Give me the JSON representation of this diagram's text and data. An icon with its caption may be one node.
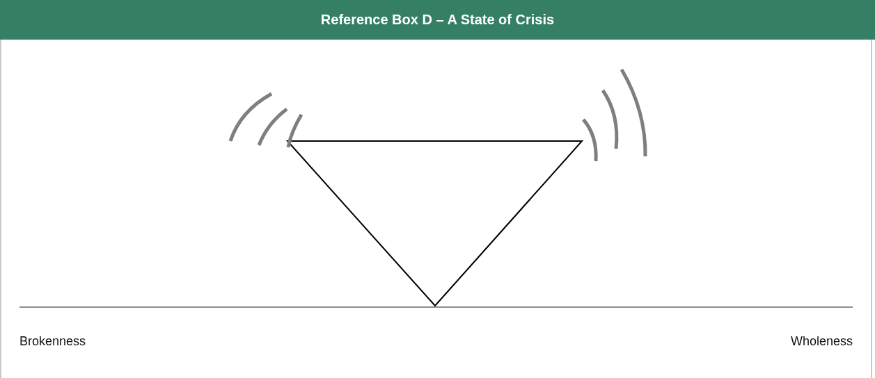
{
  "diagram": {
    "title": "Reference Box D – A State of Crisis",
    "labels": [
      "Brokenness",
      "Wholeness"
    ]
  }
}
